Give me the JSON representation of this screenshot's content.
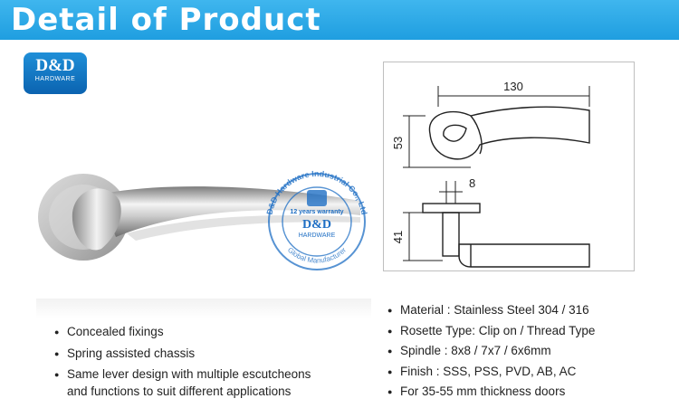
{
  "header": {
    "title": "Detail of Product"
  },
  "logo": {
    "main": "D&D",
    "sub": "HARDWARE"
  },
  "stamp": {
    "ring_text": "D&D Hardware Industrial Co., Ltd",
    "bottom_text": "Global Manufacturer",
    "warranty": "12 years warranty",
    "brand": "D&D",
    "brand_sub": "HARDWARE"
  },
  "drawing": {
    "dim_width": "130",
    "dim_height": "53",
    "dim_spindle": "8",
    "dim_rose": "41"
  },
  "features_left": [
    "Concealed fixings",
    "Spring assisted chassis",
    "Same lever design with multiple escutcheons"
  ],
  "features_left_cont": "and functions to suit different applications",
  "specs_right": [
    "Material : Stainless Steel 304 / 316",
    "Rosette Type: Clip on / Thread Type",
    "Spindle : 8x8 / 7x7 / 6x6mm",
    "Finish : SSS, PSS, PVD, AB, AC",
    "For 35-55 mm thickness doors"
  ],
  "colors": {
    "header": "#1f9ee0",
    "stamp": "#1f6fc4",
    "text": "#222222"
  }
}
